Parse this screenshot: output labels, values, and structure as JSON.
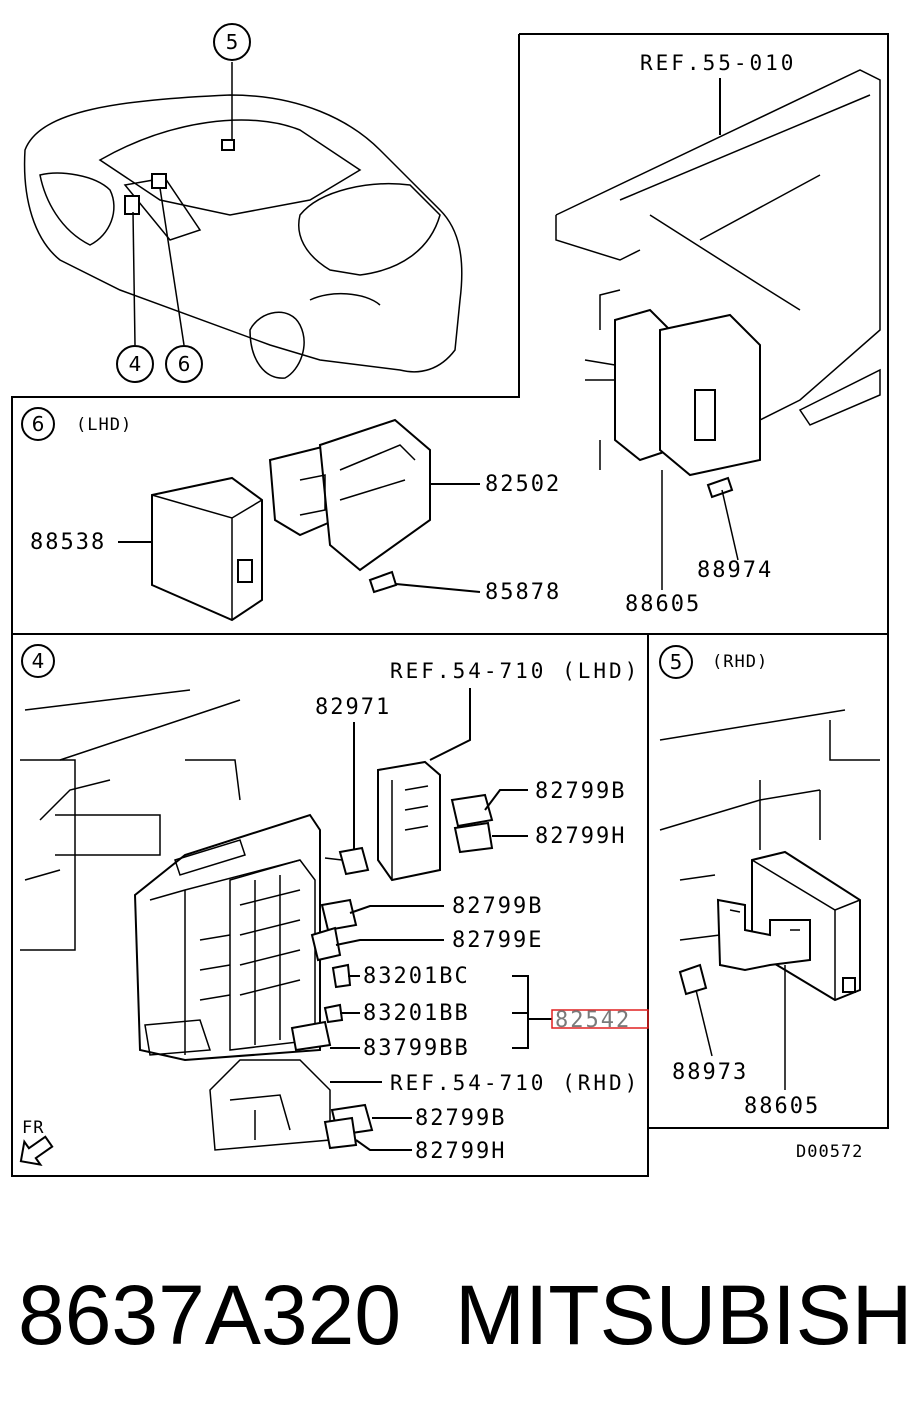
{
  "diagram_code": "D00572",
  "refs": {
    "ref_55_010": "REF.55-010",
    "ref_54_710_lhd": "REF.54-710 (LHD)",
    "ref_54_710_rhd": "REF.54-710 (RHD)"
  },
  "callouts": {
    "c4": "4",
    "c5": "5",
    "c6": "6"
  },
  "panels": {
    "p6_caption": "(LHD)",
    "p5_caption": "(RHD)"
  },
  "parts": {
    "p82502": "82502",
    "p88538": "88538",
    "p85878": "85878",
    "p88974": "88974",
    "p88605_top": "88605",
    "p82971": "82971",
    "p82799B_1": "82799B",
    "p82799H_1": "82799H",
    "p82799B_2": "82799B",
    "p82799E": "82799E",
    "p83201BC": "83201BC",
    "p83201BB": "83201BB",
    "p83799BB": "83799BB",
    "p82542": "82542",
    "p82799B_3": "82799B",
    "p82799H_2": "82799H",
    "p88973": "88973",
    "p88605_bottom": "88605"
  },
  "fr_label": "FR",
  "footer": {
    "part_number": "8637A320",
    "brand": "MITSUBISHI"
  }
}
